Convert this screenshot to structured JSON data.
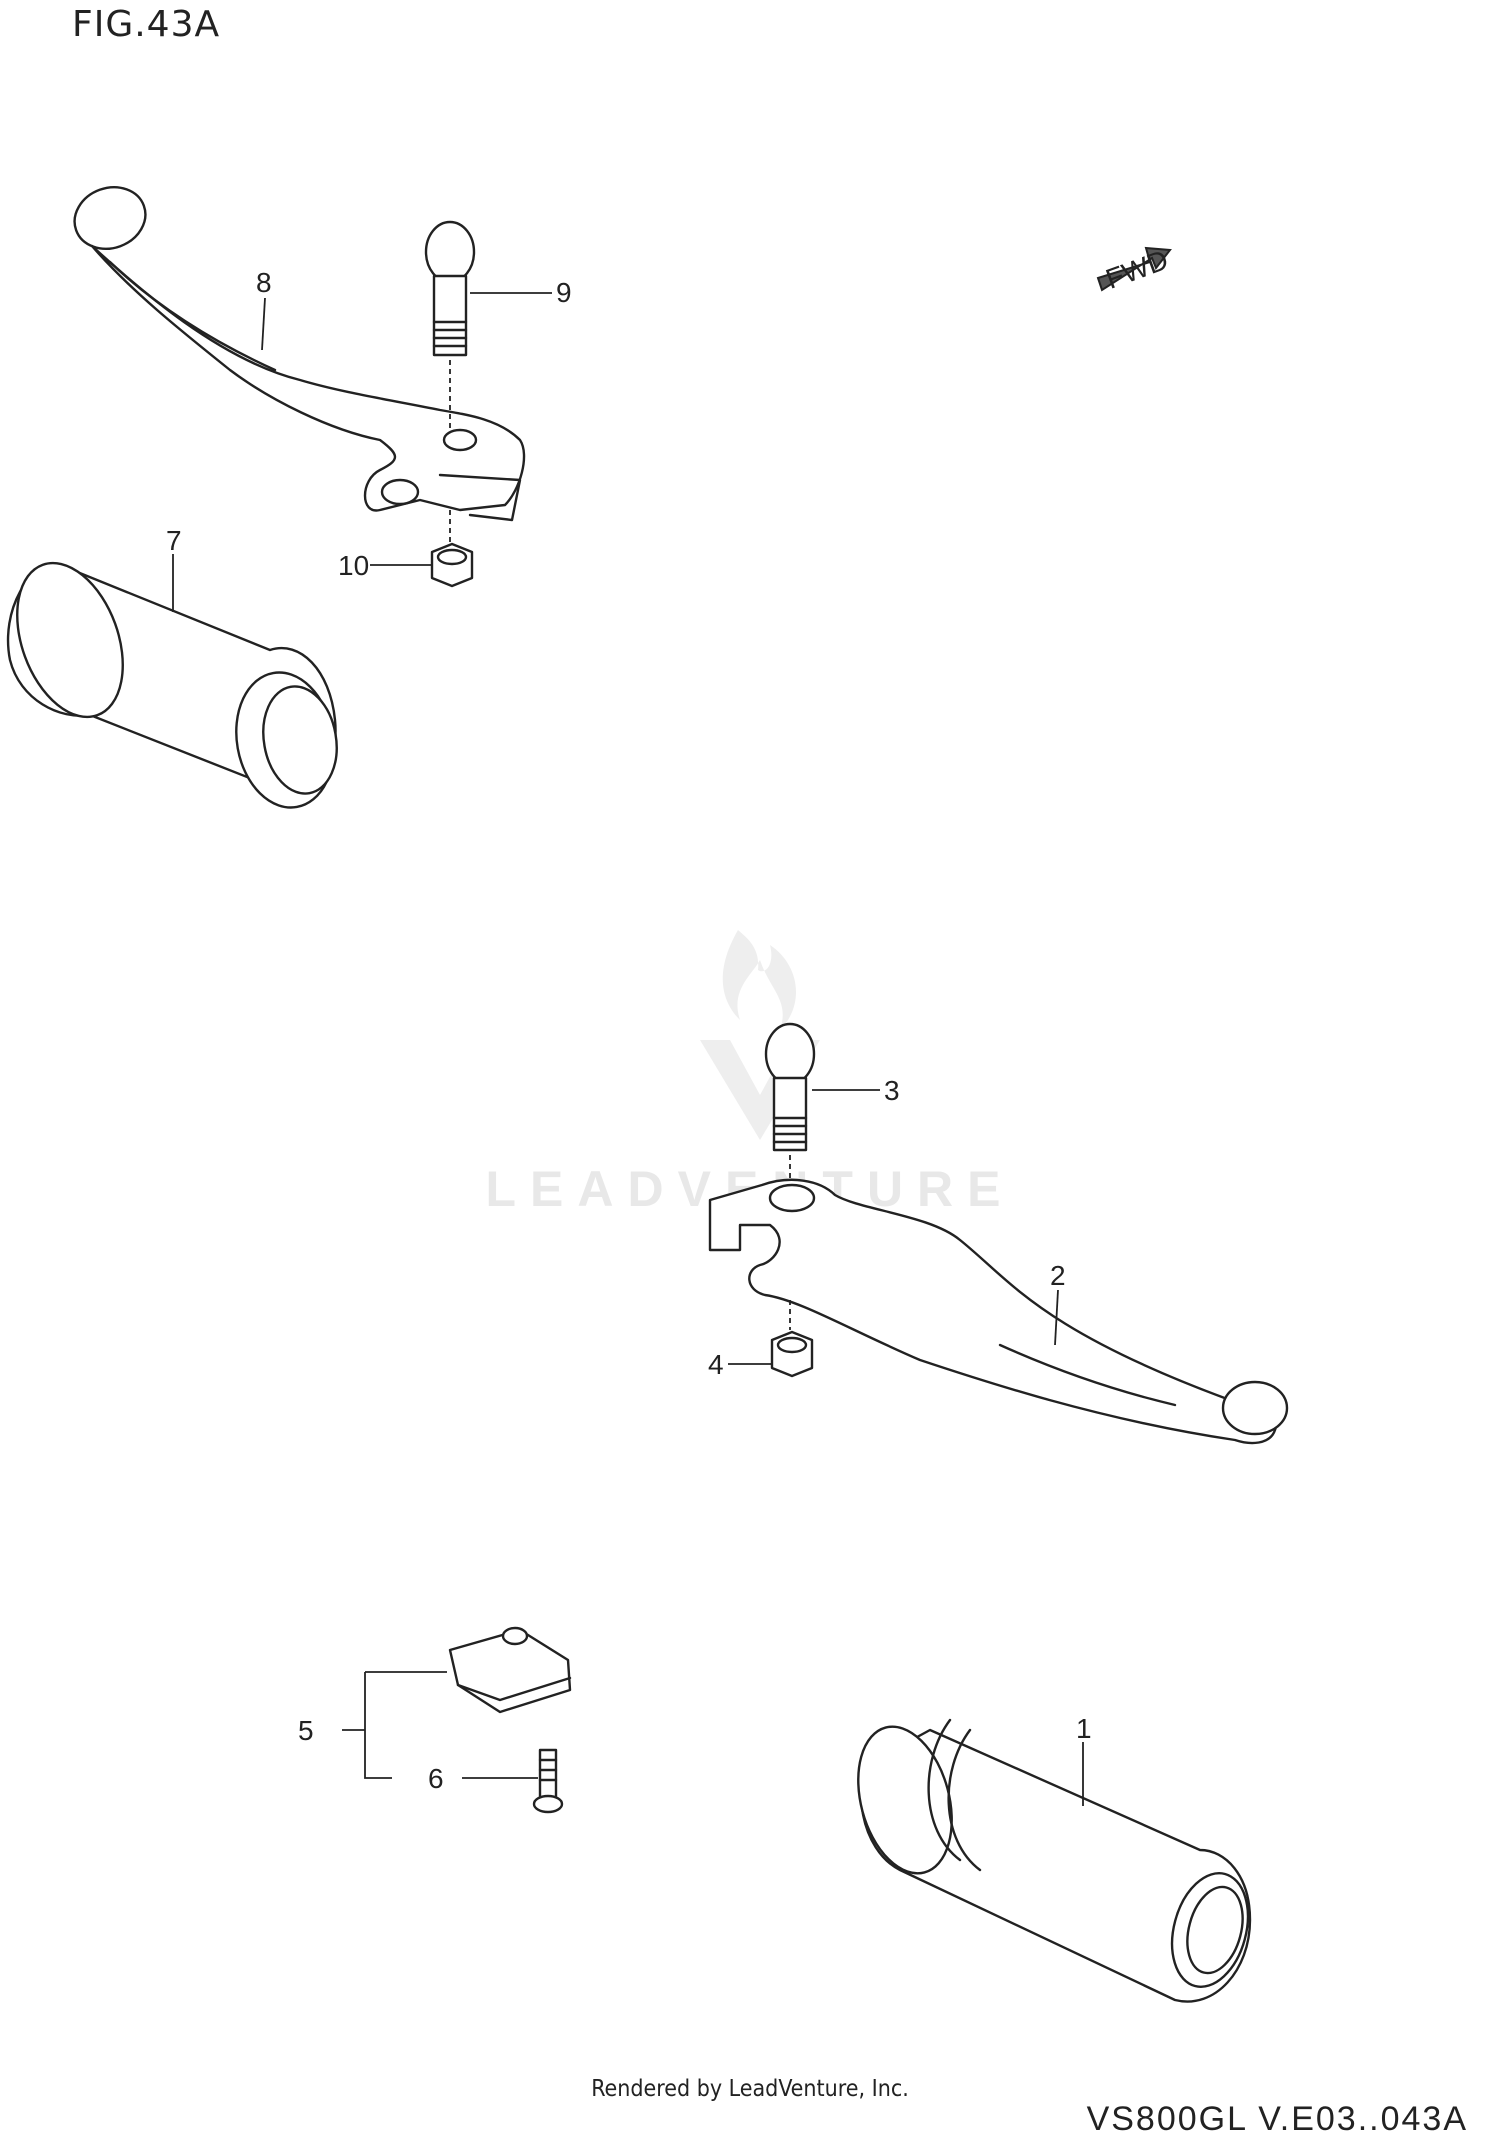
{
  "figure": {
    "title": "FIG.43A"
  },
  "fwd_arrow": {
    "label": "FWD"
  },
  "callouts": [
    {
      "id": "1",
      "label": "1"
    },
    {
      "id": "2",
      "label": "2"
    },
    {
      "id": "3",
      "label": "3"
    },
    {
      "id": "4",
      "label": "4"
    },
    {
      "id": "5",
      "label": "5"
    },
    {
      "id": "6",
      "label": "6"
    },
    {
      "id": "7",
      "label": "7"
    },
    {
      "id": "8",
      "label": "8"
    },
    {
      "id": "9",
      "label": "9"
    },
    {
      "id": "10",
      "label": "10"
    }
  ],
  "watermark": {
    "text": "LEADVENTURE"
  },
  "footer": {
    "text": "Rendered by LeadVenture, Inc."
  },
  "diagram_code": {
    "text": "VS800GL V.E03..043A"
  }
}
